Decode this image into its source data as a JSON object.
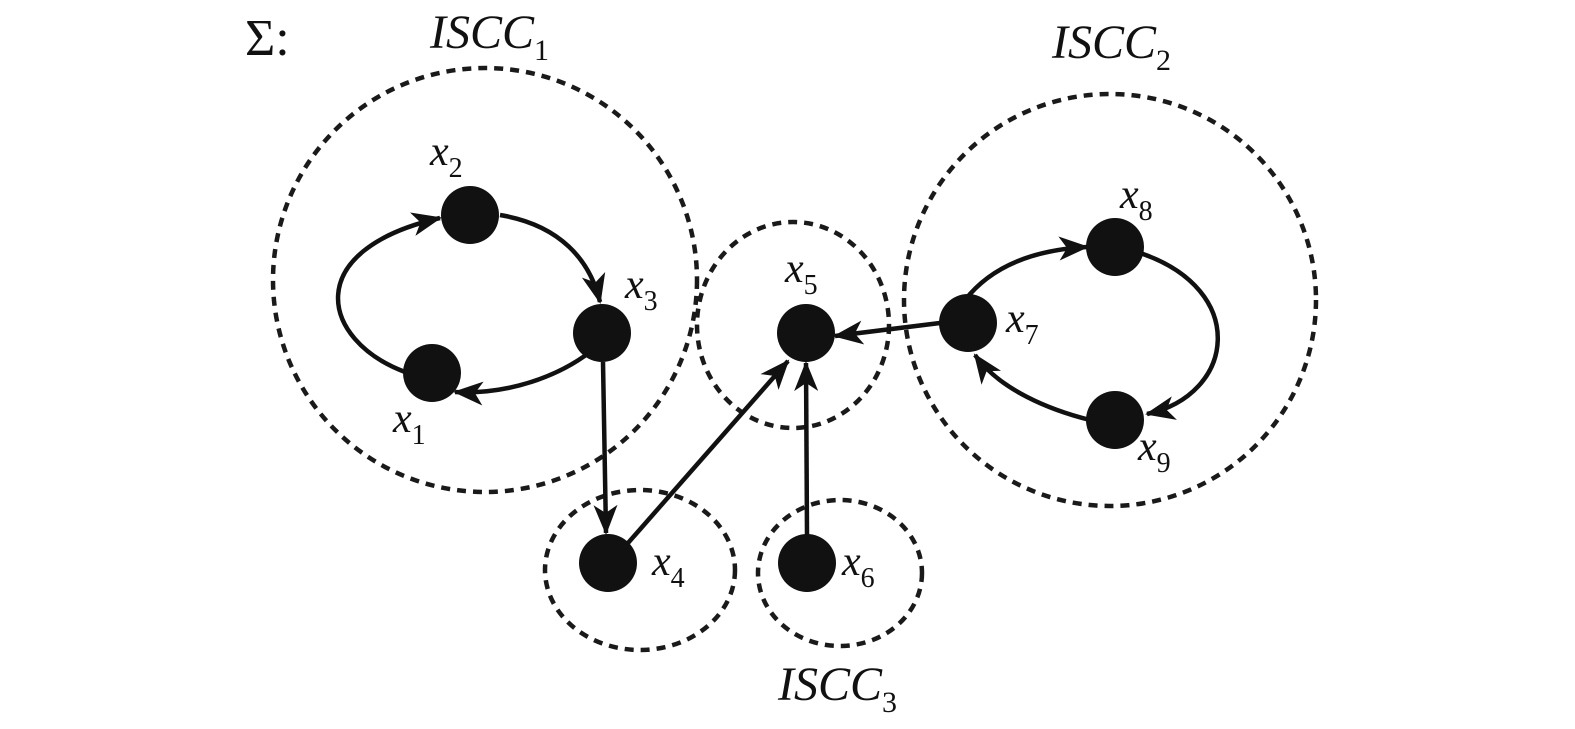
{
  "system": {
    "symbol": "Σ",
    "separator": ":"
  },
  "sccs": [
    {
      "id": "iscc1",
      "name": "ISCC",
      "index": "1"
    },
    {
      "id": "iscc2",
      "name": "ISCC",
      "index": "2"
    },
    {
      "id": "iscc3",
      "name": "ISCC",
      "index": "3"
    }
  ],
  "nodes": [
    {
      "id": "x1",
      "name": "x",
      "index": "1"
    },
    {
      "id": "x2",
      "name": "x",
      "index": "2"
    },
    {
      "id": "x3",
      "name": "x",
      "index": "3"
    },
    {
      "id": "x4",
      "name": "x",
      "index": "4"
    },
    {
      "id": "x5",
      "name": "x",
      "index": "5"
    },
    {
      "id": "x6",
      "name": "x",
      "index": "6"
    },
    {
      "id": "x7",
      "name": "x",
      "index": "7"
    },
    {
      "id": "x8",
      "name": "x",
      "index": "8"
    },
    {
      "id": "x9",
      "name": "x",
      "index": "9"
    }
  ],
  "edges": [
    {
      "from": "x1",
      "to": "x2"
    },
    {
      "from": "x2",
      "to": "x3"
    },
    {
      "from": "x3",
      "to": "x1"
    },
    {
      "from": "x3",
      "to": "x4"
    },
    {
      "from": "x4",
      "to": "x5"
    },
    {
      "from": "x6",
      "to": "x5"
    },
    {
      "from": "x7",
      "to": "x5"
    },
    {
      "from": "x7",
      "to": "x8"
    },
    {
      "from": "x8",
      "to": "x9"
    },
    {
      "from": "x9",
      "to": "x7"
    }
  ]
}
